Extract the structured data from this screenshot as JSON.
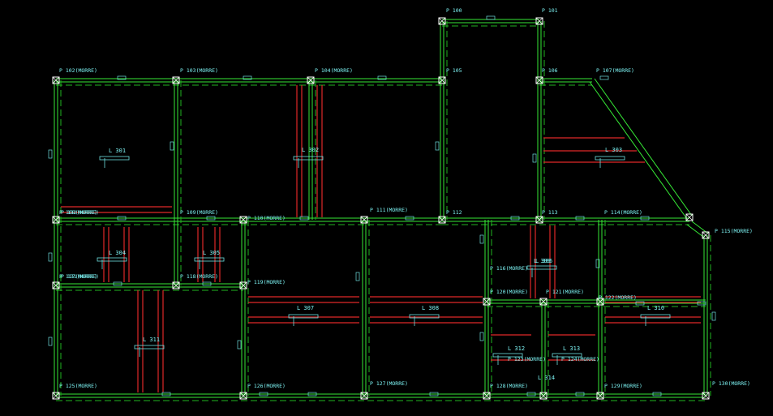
{
  "colors": {
    "background": "#000000",
    "beam": "#36e836",
    "beam_dashed": "#1fb51f",
    "rebar": "#e02828",
    "text": "#7cf2f2",
    "symbol": "#6fe0e0",
    "column": "#ffffff"
  },
  "pillars": [
    {
      "key": "p100",
      "label": "P 100"
    },
    {
      "key": "p101",
      "label": "P 101"
    },
    {
      "key": "p102",
      "label": "P 102(MORRE)"
    },
    {
      "key": "p103",
      "label": "P 103(MORRE)"
    },
    {
      "key": "p104",
      "label": "P 104(MORRE)"
    },
    {
      "key": "p105",
      "label": "P 105"
    },
    {
      "key": "p106",
      "label": "P 106"
    },
    {
      "key": "p107",
      "label": "P 107(MORRE)"
    },
    {
      "key": "p108",
      "label": "P 108(MORRE)"
    },
    {
      "key": "p109",
      "label": "P 109(MORRE)"
    },
    {
      "key": "p110",
      "label": "P 110(MORRE)"
    },
    {
      "key": "p111",
      "label": "P 111(MORRE)"
    },
    {
      "key": "p112",
      "label": "P 112"
    },
    {
      "key": "p113",
      "label": "P 113"
    },
    {
      "key": "p114",
      "label": "P 114(MORRE)"
    },
    {
      "key": "p115",
      "label": "P 115(MORRE)"
    },
    {
      "key": "p116",
      "label": "P 116(MORRE)"
    },
    {
      "key": "p117",
      "label": "P 117(MORRE)"
    },
    {
      "key": "p118",
      "label": "P 118(MORRE)"
    },
    {
      "key": "p119",
      "label": "P 119(MORRE)"
    },
    {
      "key": "p120",
      "label": "P 120(MORRE)"
    },
    {
      "key": "p121",
      "label": "P 121(MORRE)"
    },
    {
      "key": "p122",
      "label": "P 122(MORRE)"
    },
    {
      "key": "p123",
      "label": "P 123(MORRE)"
    },
    {
      "key": "p124",
      "label": "P 124(MORRE)"
    },
    {
      "key": "p125",
      "label": "P 125(MORRE)"
    },
    {
      "key": "p126",
      "label": "P 126(MORRE)"
    },
    {
      "key": "p127",
      "label": "P 127(MORRE)"
    },
    {
      "key": "p128",
      "label": "P 128(MORRE)"
    },
    {
      "key": "p129",
      "label": "P 129(MORRE)"
    },
    {
      "key": "p130",
      "label": "P 130(MORRE)"
    },
    {
      "key": "p131",
      "label": "P 131(MORRE)"
    },
    {
      "key": "p132",
      "label": "P 132(MORRE)"
    }
  ],
  "slabs": [
    {
      "key": "l301",
      "label": "L 301"
    },
    {
      "key": "l302",
      "label": "L 302"
    },
    {
      "key": "l303",
      "label": "L 303"
    },
    {
      "key": "l304",
      "label": "L 304"
    },
    {
      "key": "l305",
      "label": "L 305"
    },
    {
      "key": "l306",
      "label": "L 306"
    },
    {
      "key": "l307",
      "label": "L 307"
    },
    {
      "key": "l308",
      "label": "L 308"
    },
    {
      "key": "l309",
      "label": "L 309"
    },
    {
      "key": "l310",
      "label": "L 310"
    },
    {
      "key": "l311",
      "label": "L 311"
    },
    {
      "key": "l312",
      "label": "L 312"
    },
    {
      "key": "l313",
      "label": "L 313"
    },
    {
      "key": "l314",
      "label": "L 314"
    }
  ]
}
